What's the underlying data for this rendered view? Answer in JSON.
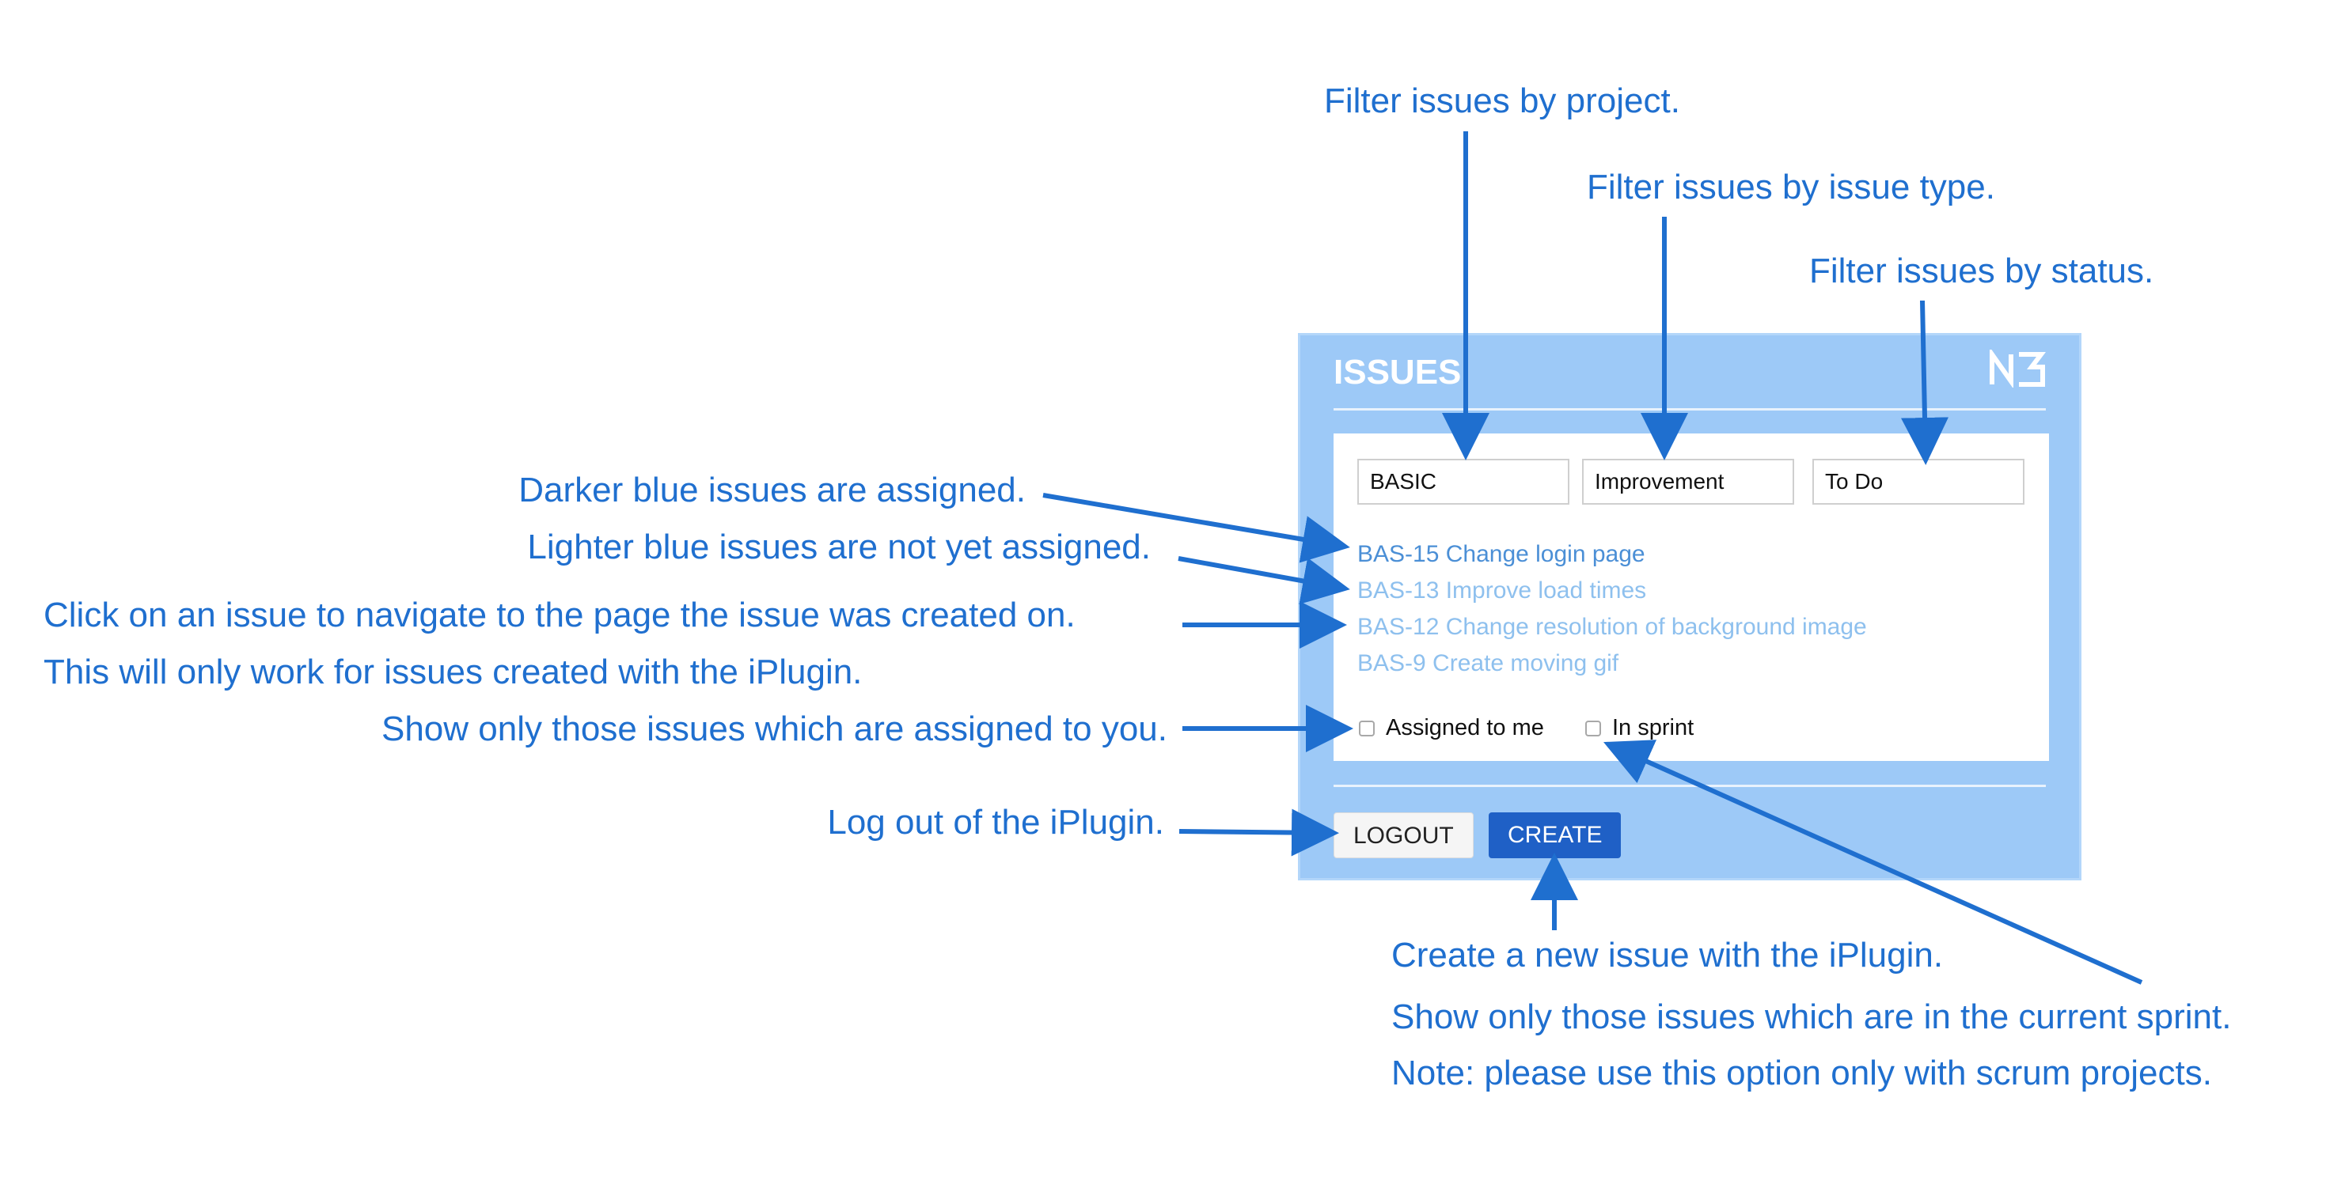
{
  "annotations": {
    "filter_project": "Filter issues by project.",
    "filter_type": "Filter issues by issue type.",
    "filter_status": "Filter issues by status.",
    "darker_blue": "Darker blue issues are assigned.",
    "lighter_blue": "Lighter blue issues are not yet assigned.",
    "click_issue": "Click on an issue to navigate to the page the issue was created on.",
    "click_issue_note": "This will only work for issues created with the iPlugin.",
    "assigned_to_you": "Show only those issues which are assigned to you.",
    "logout": "Log out of the iPlugin.",
    "create": "Create a new issue with the iPlugin.",
    "sprint": "Show only those issues which are in the current sprint.",
    "sprint_note": "Note: please use this option only with scrum projects."
  },
  "panel": {
    "title": "ISSUES",
    "logo_icon": "nb-logo-icon",
    "filters": {
      "project": "BASIC",
      "type": "Improvement",
      "status": "To Do"
    },
    "issues": [
      {
        "label": "BAS-15 Change login page",
        "assigned": true
      },
      {
        "label": "BAS-13 Improve load times",
        "assigned": false
      },
      {
        "label": "BAS-12 Change resolution of background image",
        "assigned": false
      },
      {
        "label": "BAS-9 Create moving gif",
        "assigned": false
      }
    ],
    "checkboxes": {
      "assigned_to_me": "Assigned to me",
      "in_sprint": "In sprint"
    },
    "buttons": {
      "logout": "LOGOUT",
      "create": "CREATE"
    }
  },
  "colors": {
    "annotation": "#1f6fcf",
    "panel_bg": "#9dc9f7",
    "assigned_issue": "#4b8fd6",
    "unassigned_issue": "#8ec0ee",
    "create_button": "#1f60c6"
  }
}
